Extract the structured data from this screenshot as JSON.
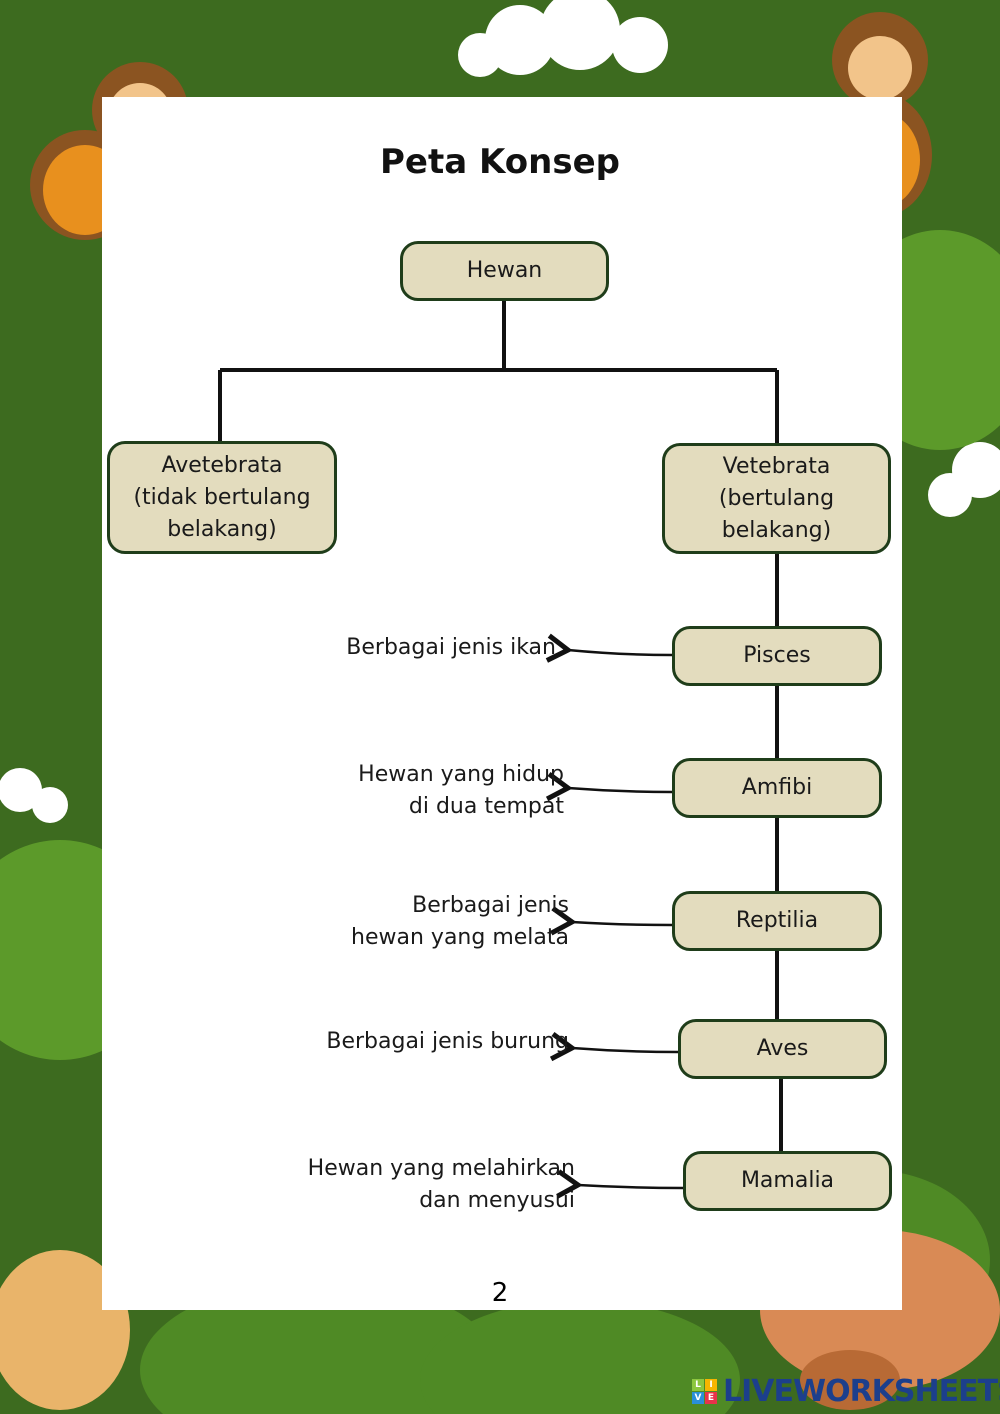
{
  "title": "Peta Konsep",
  "root": "Hewan",
  "left_branch": "Avetebrata\n(tidak bertulang\nbelakang)",
  "right_branch": "Vetebrata\n(bertulang\nbelakang)",
  "classes": [
    {
      "name": "Pisces",
      "description": "Berbagai jenis ikan"
    },
    {
      "name": "Amfibi",
      "description": "Hewan yang hidup\ndi dua tempat"
    },
    {
      "name": "Reptilia",
      "description": "Berbagai jenis\nhewan yang melata"
    },
    {
      "name": "Aves",
      "description": "Berbagai jenis burung"
    },
    {
      "name": "Mamalia",
      "description": "Hewan yang melahirkan\ndan menyusui"
    }
  ],
  "page_number": "2",
  "watermark": "LIVEWORKSHEETS",
  "colors": {
    "frame": "#3d6b1f",
    "box_fill": "#e3dcbe",
    "box_border": "#1f3d1a",
    "brand": "#1c3f8c"
  }
}
